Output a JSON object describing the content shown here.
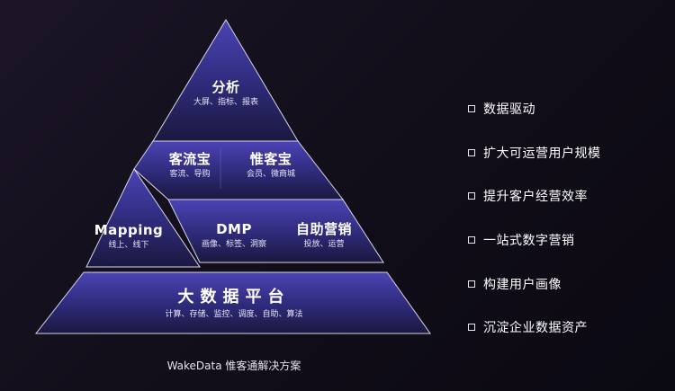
{
  "pyramid": {
    "top": {
      "title": "分析",
      "subtitle": "大屏、指标、报表"
    },
    "row2": [
      {
        "title": "客流宝",
        "subtitle": "客流、导购"
      },
      {
        "title": "惟客宝",
        "subtitle": "会员、微商城"
      }
    ],
    "row3": [
      {
        "title": "Mapping",
        "subtitle": "线上、线下"
      },
      {
        "title": "DMP",
        "subtitle": "画像、标签、洞察"
      },
      {
        "title": "自助营销",
        "subtitle": "投放、运营"
      }
    ],
    "base": {
      "title": "大数据平台",
      "subtitle": "计算、存储、监控、调度、自助、算法"
    }
  },
  "caption": "WakeData 惟客通解决方案",
  "features": [
    "数据驱动",
    "扩大可运营用户规模",
    "提升客户经营效率",
    "一站式数字营销",
    "构建用户画像",
    "沉淀企业数据资产"
  ],
  "colors": {
    "background": "#120e1a",
    "tier_top": "#4a42b2",
    "tier_bottom": "#1c1a4a",
    "outline": "#d9d6ea"
  }
}
